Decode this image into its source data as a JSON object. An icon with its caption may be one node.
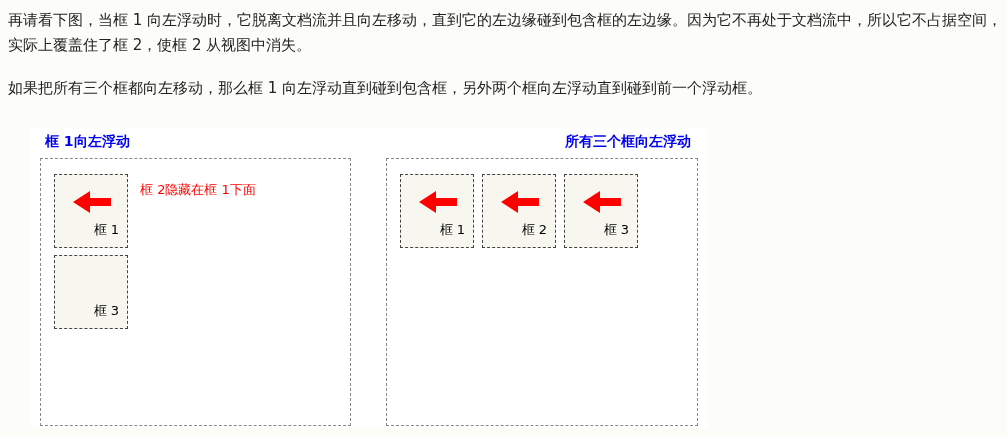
{
  "diagram": {
    "nodes": [
      {
        "text": [
          "框 1向左浮动"
        ]
      },
      {
        "text": [
          "框 1"
        ],
        "in": 0
      },
      {
        "text": [
          "框 3"
        ],
        "in": 0
      },
      {
        "text": [
          "所有三个框向左浮动"
        ]
      },
      {
        "text": [
          "框 1"
        ],
        "in": 3
      },
      {
        "text": [
          "框 2"
        ],
        "in": 3
      },
      {
        "text": [
          "框 3"
        ],
        "in": 3
      }
    ],
    "edges": [],
    "labels": [
      "再请看下图，当框 1 向左浮动时，它脱离文档流并且向左移动，直到它的左边缘碰到包含框的左边缘。因为它不再处于文档流中，所以它不占据空间，实际上覆盖住了框 2，使框 2 从视图中消失。",
      "如果把所有三个框都向左移动，那么框 1 向左浮动直到碰到包含框，另外两个框向左浮动直到碰到前一个浮动框。",
      "框 2隐藏在框 1下面"
    ]
  }
}
